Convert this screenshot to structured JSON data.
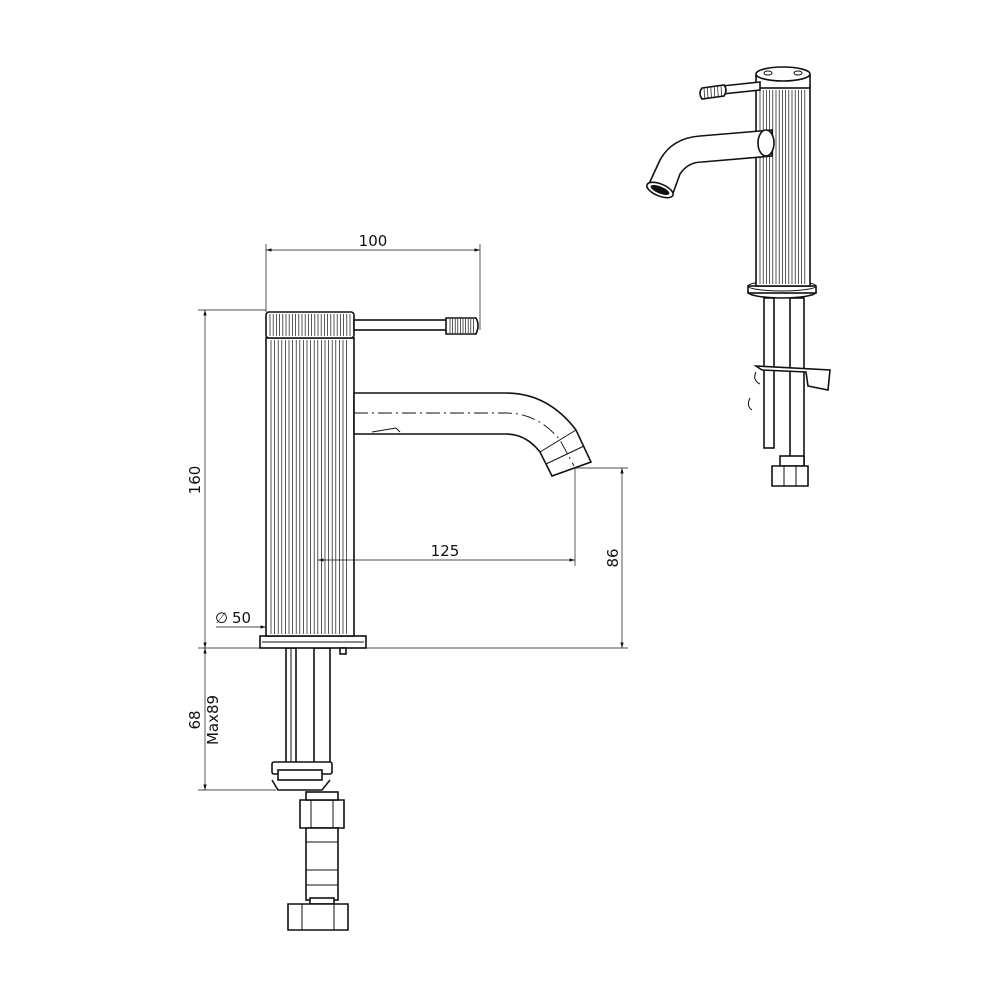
{
  "dimensions": {
    "lever_reach": "100",
    "total_height": "160",
    "spout_reach": "125",
    "spout_height": "86",
    "body_diameter": "50",
    "tail_length": "68",
    "tail_max": "Max89"
  },
  "labels": {
    "diameter_symbol": "∅"
  }
}
